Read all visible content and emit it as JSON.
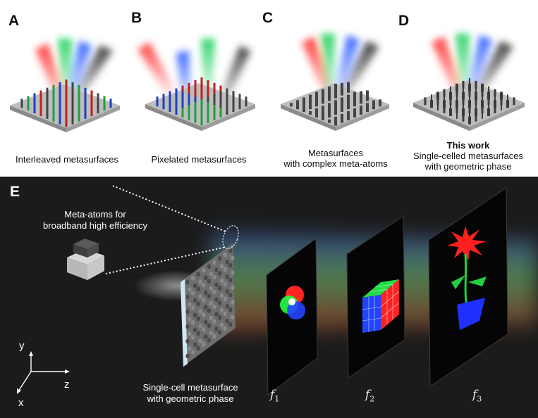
{
  "panels": [
    {
      "letter": "A",
      "caption_lines": [
        "Interleaved metasurfaces"
      ]
    },
    {
      "letter": "B",
      "caption_lines": [
        "Pixelated metasurfaces"
      ]
    },
    {
      "letter": "C",
      "caption_lines": [
        "Metasurfaces",
        "with complex meta-atoms"
      ]
    },
    {
      "letter": "D",
      "caption_bold": "This work",
      "caption_lines": [
        "Single-celled metasurfaces",
        "with geometric phase"
      ]
    }
  ],
  "panel_e": {
    "letter": "E",
    "meta_atom_label": [
      "Meta-atoms for",
      "broadband high efficiency"
    ],
    "metasurface_caption": [
      "Single-cell metasurface",
      "with geometric phase"
    ],
    "focal_planes": [
      {
        "symbol": "f",
        "index": "1"
      },
      {
        "symbol": "f",
        "index": "2"
      },
      {
        "symbol": "f",
        "index": "3"
      }
    ],
    "axes": {
      "y": "y",
      "z": "z",
      "x": "x"
    }
  },
  "colors": {
    "red": "#ff2a2a",
    "green": "#22cc55",
    "blue": "#2255ff",
    "gray": "#555555",
    "bg_dark": "#1b1b1b"
  }
}
